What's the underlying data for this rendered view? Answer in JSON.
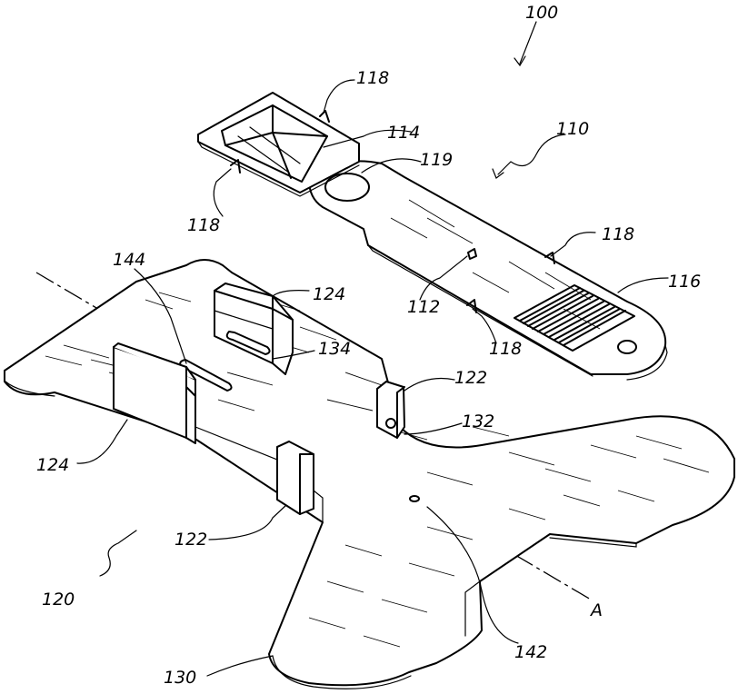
{
  "labels": {
    "n100": "100",
    "n110": "110",
    "n112": "112",
    "n114": "114",
    "n116": "116",
    "n118_a": "118",
    "n118_b": "118",
    "n118_c": "118",
    "n118_d": "118",
    "n119": "119",
    "n120": "120",
    "n122_a": "122",
    "n122_b": "122",
    "n124_a": "124",
    "n124_b": "124",
    "n130": "130",
    "n132": "132",
    "n134": "134",
    "n142": "142",
    "n144": "144",
    "axis_a": "A"
  }
}
